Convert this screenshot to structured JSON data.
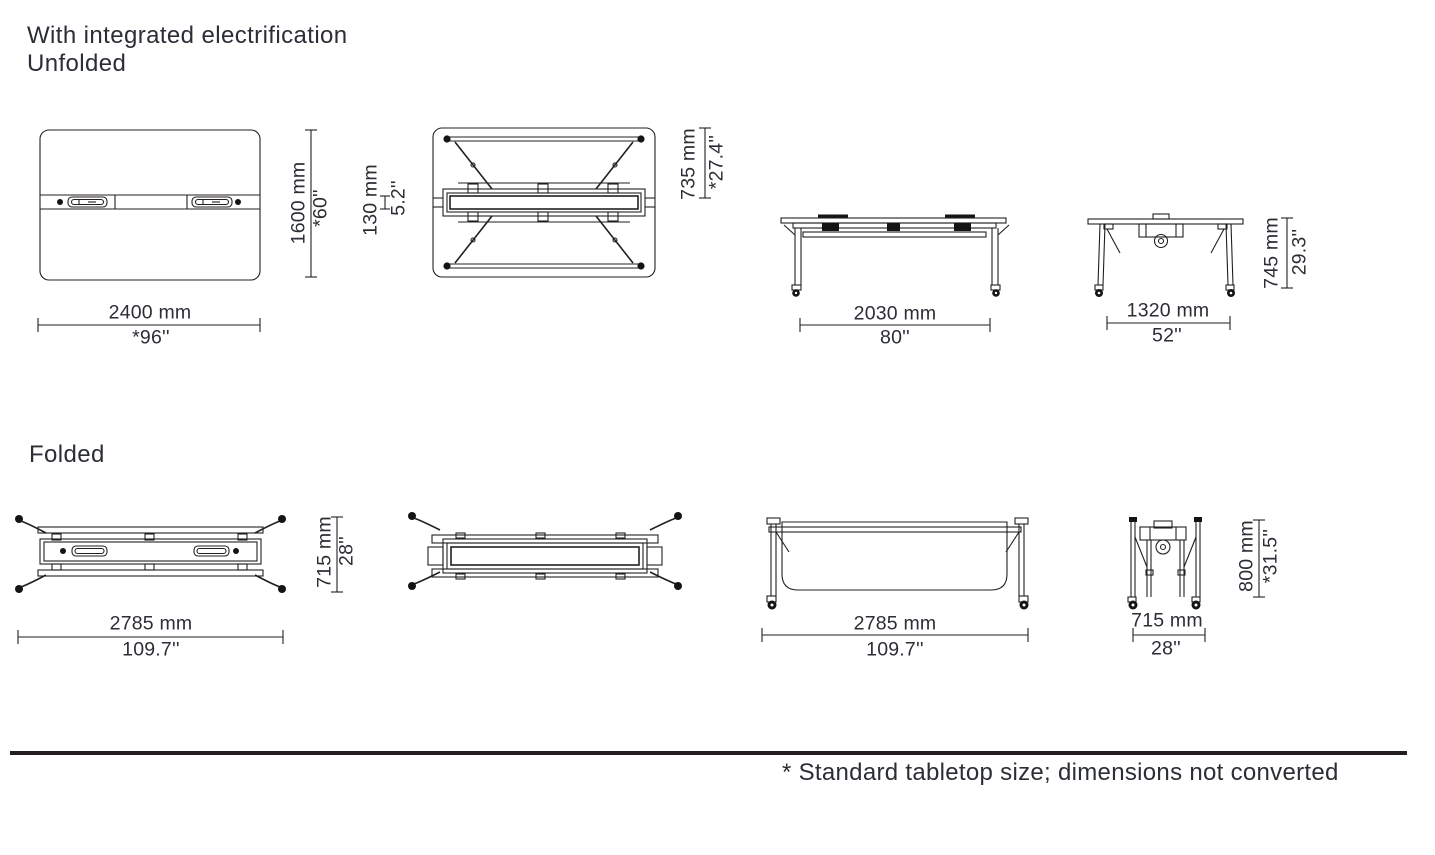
{
  "page": {
    "title_line1": "With integrated electrification",
    "title_line2": "Unfolded",
    "folded_label": "Folded",
    "footnote": "* Standard tabletop size; dimensions not converted"
  },
  "colors": {
    "line": "#231f20",
    "text": "#2b2e35"
  },
  "unfolded": {
    "top_view": {
      "width_mm": "2400 mm",
      "width_in": "*96''",
      "depth_mm": "1600 mm",
      "depth_in": "*60''"
    },
    "underside_view": {
      "tray_mm": "130 mm",
      "tray_in": "5.2''",
      "fold_mm": "735 mm",
      "fold_in": "*27.4''"
    },
    "front_view": {
      "width_mm": "2030 mm",
      "width_in": "80''"
    },
    "end_view": {
      "width_mm": "1320 mm",
      "width_in": "52''",
      "height_mm": "745 mm",
      "height_in": "29.3''"
    }
  },
  "folded": {
    "top_view": {
      "width_mm": "2785 mm",
      "width_in": "109.7''",
      "depth_mm": "715 mm",
      "depth_in": "28''"
    },
    "front_view": {
      "width_mm": "2785 mm",
      "width_in": "109.7''"
    },
    "end_view": {
      "width_mm": "715 mm",
      "width_in": "28''",
      "height_mm": "800 mm",
      "height_in": "*31.5''"
    }
  }
}
